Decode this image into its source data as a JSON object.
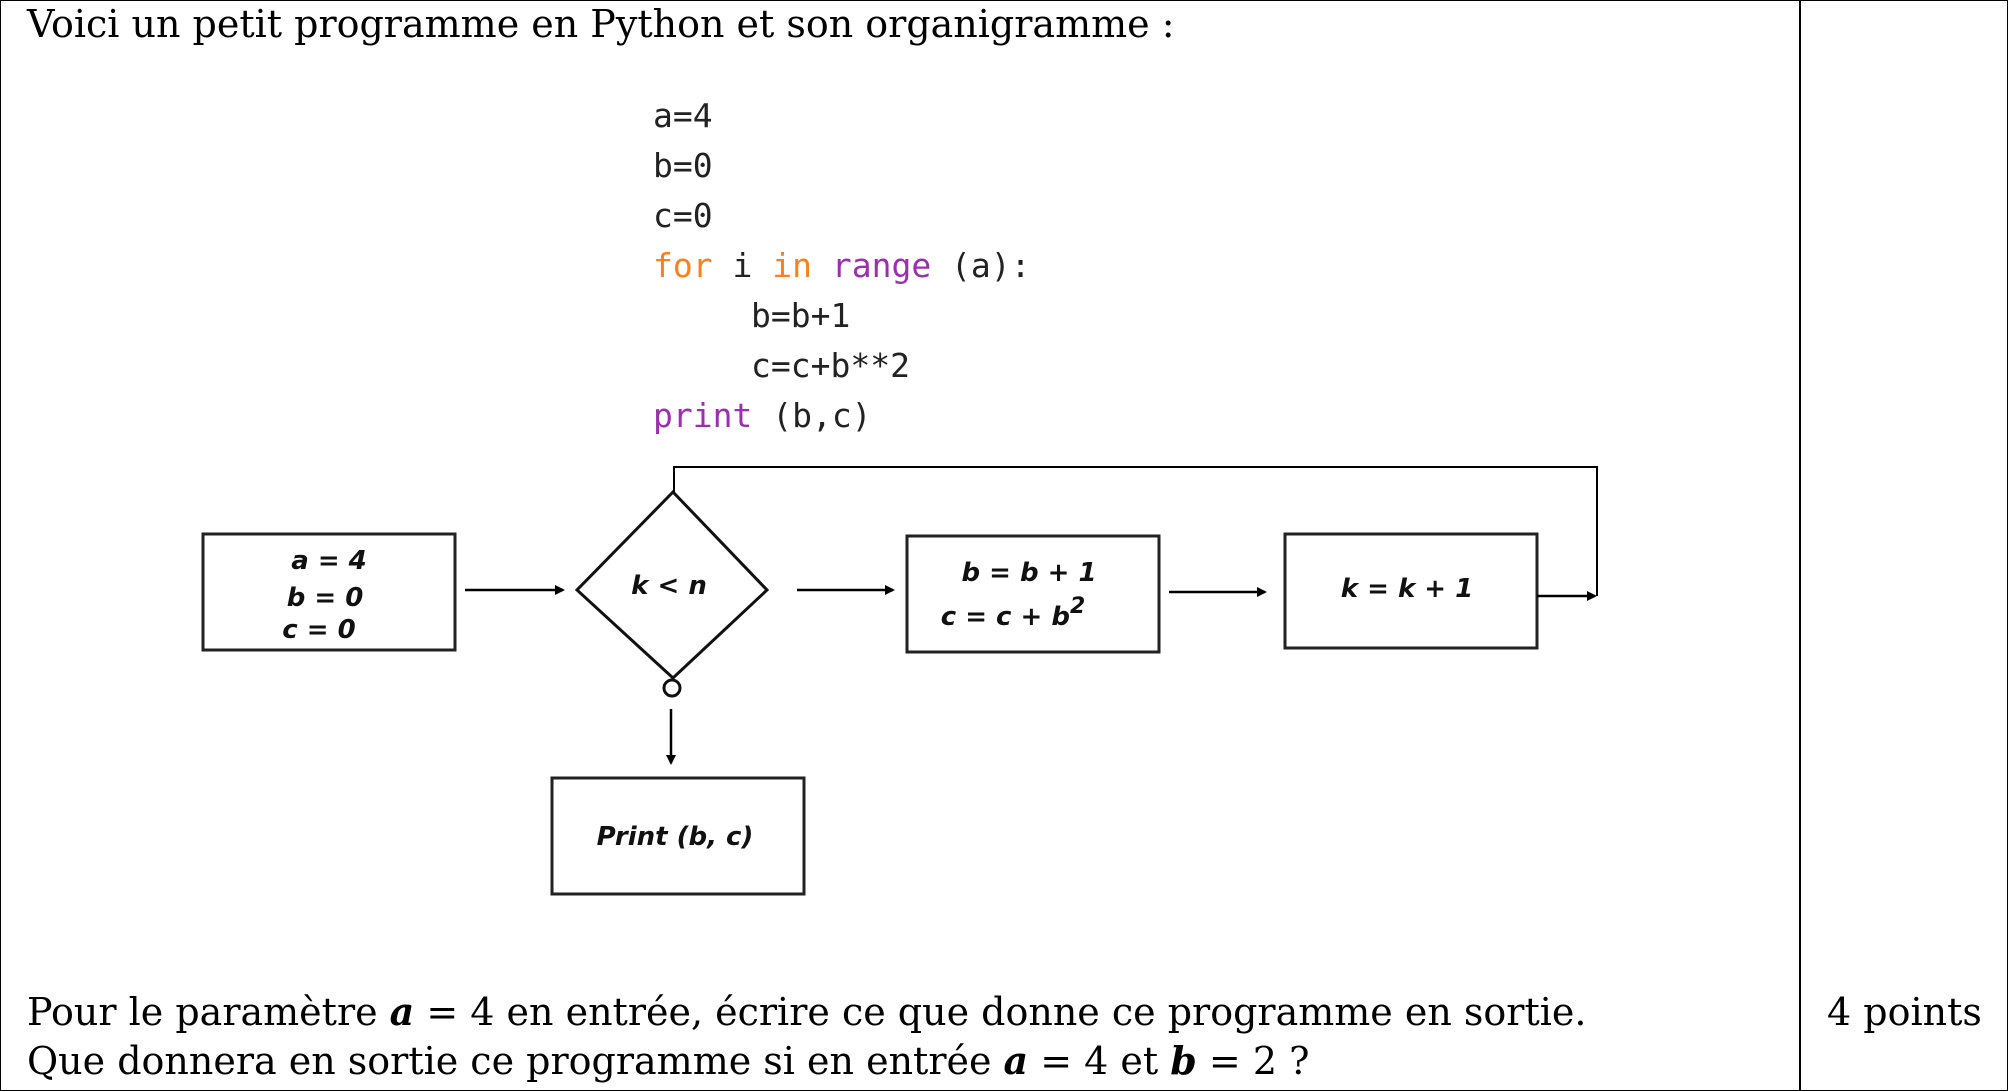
{
  "intro": "Voici un petit programme en Python et son organigramme :",
  "code": {
    "line1": "a=4",
    "line2": "b=0",
    "line3": "c=0",
    "for_kw": "for",
    "for_var": " i ",
    "in_kw": "in",
    "range_kw": "range",
    "for_rest": " (a):",
    "body1": "b=b+1",
    "body2": "c=c+b**2",
    "print_kw": "print",
    "print_rest": " (b,c)"
  },
  "flowchart": {
    "init_a": "a = 4",
    "init_b": "b = 0",
    "init_c": "c = 0",
    "condition": "k < n",
    "update_b": "b = b + 1",
    "update_c": "c = c + b",
    "update_c_exp": "2",
    "increment": "k = k + 1",
    "output": "Print (b, c)"
  },
  "question": {
    "q1_a": "Pour le paramètre ",
    "q1_var": "a",
    "q1_b": " = 4 en entrée, écrire ce que donne ce programme en sortie.",
    "q2_a": "Que donnera en sortie ce programme si en entrée ",
    "q2_var1": "a",
    "q2_b": " = 4 et ",
    "q2_var2": "b",
    "q2_c": " = 2 ?"
  },
  "points": "4 points"
}
